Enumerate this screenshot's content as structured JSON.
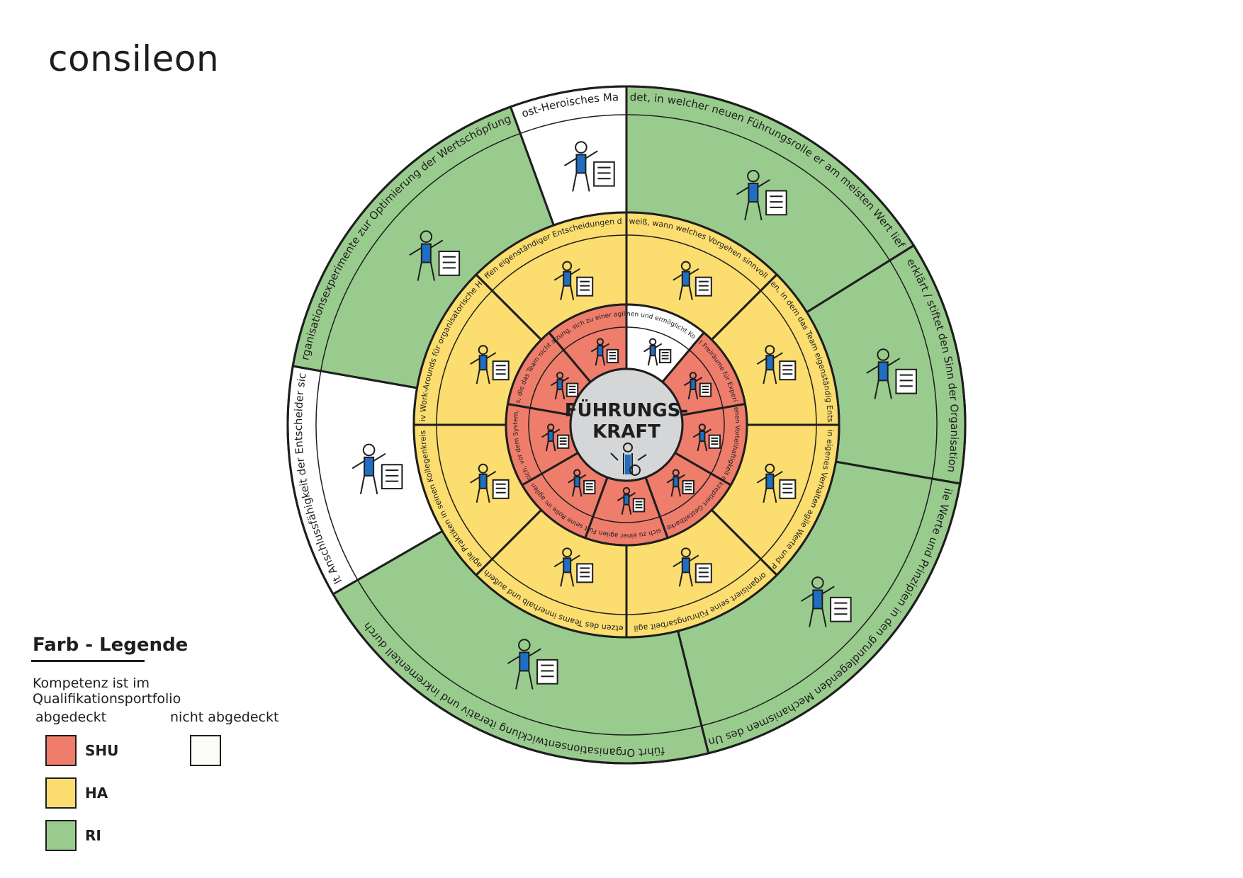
{
  "brand": "consileon",
  "center": {
    "title_line1": "FÜHRUNGS-",
    "title_line2": "KRAFT"
  },
  "colors": {
    "SHU": "#ee7d6c",
    "HA": "#fcdd6f",
    "RI": "#9acb8e",
    "not_covered": "#ffffff",
    "center": "#d4d6d8",
    "accent": "#1e6fc4"
  },
  "legend": {
    "title": "Farb - Legende",
    "subtitle": "Kompetenz ist im Qualifikationsportfolio",
    "covered_label": "abgedeckt",
    "not_covered_label": "nicht abgedeckt",
    "items": [
      "SHU",
      "HA",
      "RI"
    ]
  },
  "rings": {
    "inner": [
      {
        "text": "mehrt das Können und ermöglicht Kompetenzaufbau",
        "status": "not_covered"
      },
      {
        "text": "schafft Freiräume für Experimente",
        "status": "SHU"
      },
      {
        "text": "kann eigenen Vorteilhaftigkeit erkennen",
        "status": "SHU"
      },
      {
        "text": "akzeptiert Gestaltbarkeit",
        "status": "SHU"
      },
      {
        "text": "entscheidet sich freiwillig, sich zu einer agilen Führungskraft zu entwickeln",
        "status": "SHU"
      },
      {
        "text": "versteht seine Rolle im agilen Kontext",
        "status": "SHU"
      },
      {
        "text": "schützt das Team: vor sich, vor dem System, vor äußeren Einflüssen",
        "status": "SHU"
      },
      {
        "text": "löst Impediments, die das Team nicht allein lösen kann",
        "status": "SHU"
      },
      {
        "text": "reflektiert gute Führung - die Voraussetzung, sich zu einer agilen Führungskraft entwickeln zu können",
        "status": "SHU"
      }
    ],
    "middle": [
      {
        "text": "kennt verschiedene Delegationslevel, wendet sie an und weiß, wann welches Vorgehen sinnvoll ist, mit der Prämisse, möglichst viele Freiräume zu geben",
        "status": "HA"
      },
      {
        "text": "gibt einen Rahmen, in dem das Team eigenständig Entscheidungen trifft",
        "status": "HA"
      },
      {
        "text": "lebt durch sein eigenes Verhalten agile Werte und Prinzipien vor",
        "status": "HA"
      },
      {
        "text": "organisiert seine Führungsarbeit agil",
        "status": "HA"
      },
      {
        "text": "unterstützt das Vernetzen des Teams innerhalb und außerhalb der Organisation",
        "status": "HA"
      },
      {
        "text": "führt agile Praktiken in seinen Kollegenkreisen ein",
        "status": "HA"
      },
      {
        "text": "schafft aktiv Work-Arounds für organisatorische Hindernisse",
        "status": "HA"
      },
      {
        "text": "fördert das Treffen eigenständiger Entscheidungen durch das Team",
        "status": "HA"
      }
    ],
    "outer": [
      {
        "text": "entscheidet, in welcher neuen Führungsrolle er am meisten Wert liefern kann",
        "status": "RI"
      },
      {
        "text": "erklärt / stiftet den Sinn der Organisation",
        "status": "RI"
      },
      {
        "text": "verankert agile Werte und Prinzipien in den grundlegenden Mechanismen des Unternehmens",
        "status": "RI"
      },
      {
        "text": "führt Organisationsentwicklung iterativ und inkrementell durch",
        "status": "RI"
      },
      {
        "text": "stellt Anschlussfähigkeit der Entscheider sicher",
        "status": "not_covered"
      },
      {
        "text": "führt Organisationsexperimente zur Optimierung der Wertschöpfung durch",
        "status": "RI"
      },
      {
        "text": "steht für Post-Heroisches Management",
        "status": "not_covered"
      }
    ]
  }
}
